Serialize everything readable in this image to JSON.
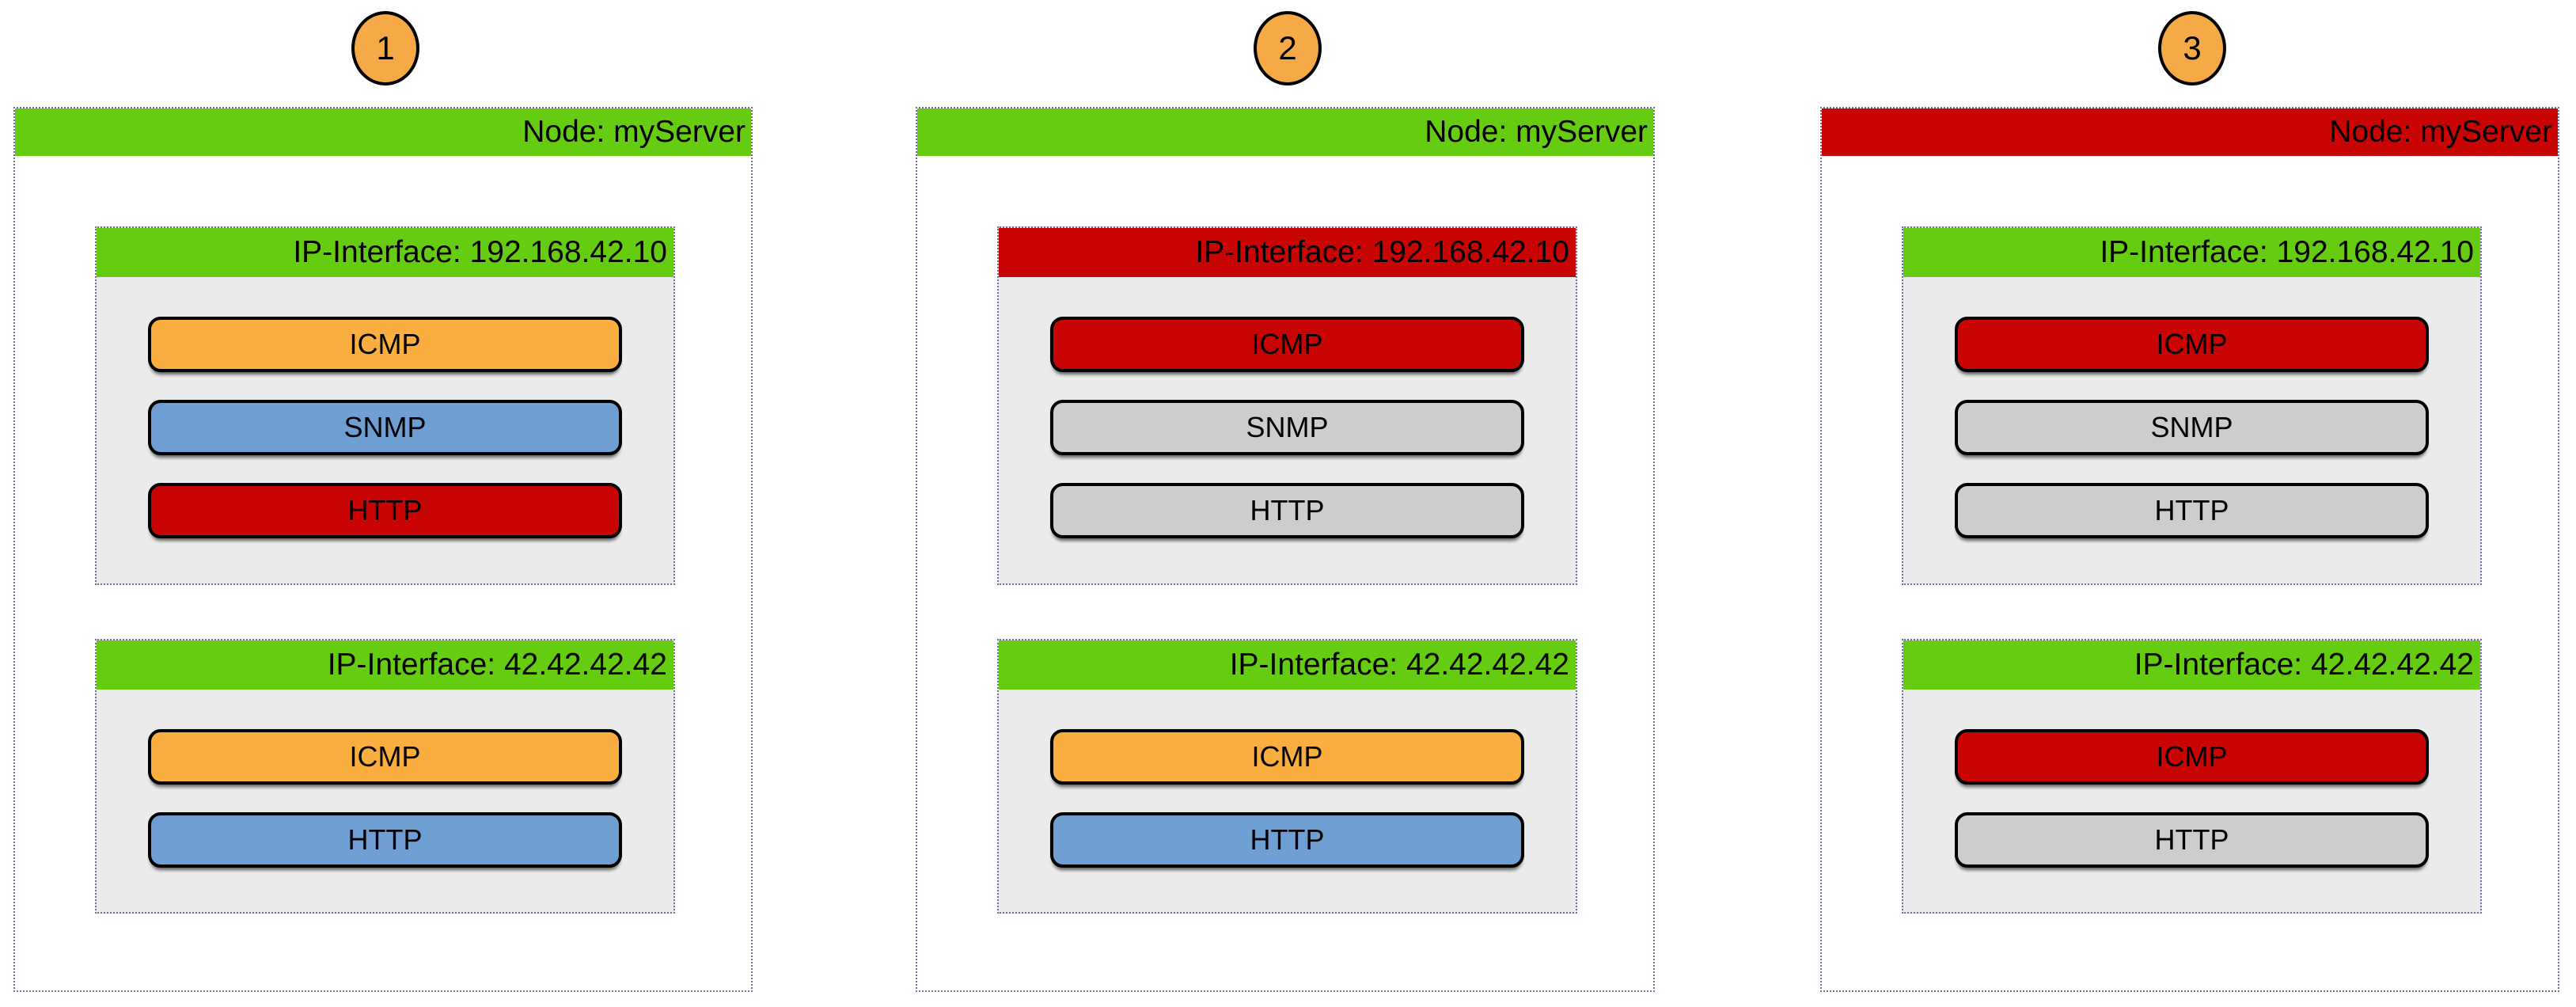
{
  "diagram": {
    "description_colors": {
      "status_up_green": "#66CC11",
      "status_down_red": "#C90404",
      "status_warning_orange": "#FAAE40",
      "status_info_blue": "#6F9ED2",
      "status_inactive_gray": "#CDCDCD",
      "interface_body_gray": "#EBEBEB",
      "node_body_white": "#FFFFFF",
      "dotted_border_slate": "#6F6FA0",
      "badge_orange": "#F5A947"
    }
  },
  "panels": [
    {
      "number": "1",
      "node": {
        "label": "Node: myServer",
        "color": "#66CC11"
      },
      "interfaces": [
        {
          "label": "IP-Interface: 192.168.42.10",
          "color": "#66CC11",
          "services": [
            {
              "label": "ICMP",
              "color": "#FAAE40"
            },
            {
              "label": "SNMP",
              "color": "#6F9ED2"
            },
            {
              "label": "HTTP",
              "color": "#C90404"
            }
          ]
        },
        {
          "label": "IP-Interface: 42.42.42.42",
          "color": "#66CC11",
          "services": [
            {
              "label": "ICMP",
              "color": "#FAAE40"
            },
            {
              "label": "HTTP",
              "color": "#6F9ED2"
            }
          ]
        }
      ]
    },
    {
      "number": "2",
      "node": {
        "label": "Node: myServer",
        "color": "#66CC11"
      },
      "interfaces": [
        {
          "label": "IP-Interface: 192.168.42.10",
          "color": "#C90404",
          "services": [
            {
              "label": "ICMP",
              "color": "#C90404"
            },
            {
              "label": "SNMP",
              "color": "#CDCDCD"
            },
            {
              "label": "HTTP",
              "color": "#CDCDCD"
            }
          ]
        },
        {
          "label": "IP-Interface: 42.42.42.42",
          "color": "#66CC11",
          "services": [
            {
              "label": "ICMP",
              "color": "#FAAE40"
            },
            {
              "label": "HTTP",
              "color": "#6F9ED2"
            }
          ]
        }
      ]
    },
    {
      "number": "3",
      "node": {
        "label": "Node: myServer",
        "color": "#C90404"
      },
      "interfaces": [
        {
          "label": "IP-Interface: 192.168.42.10",
          "color": "#66CC11",
          "services": [
            {
              "label": "ICMP",
              "color": "#C90404"
            },
            {
              "label": "SNMP",
              "color": "#CDCDCD"
            },
            {
              "label": "HTTP",
              "color": "#CDCDCD"
            }
          ]
        },
        {
          "label": "IP-Interface: 42.42.42.42",
          "color": "#66CC11",
          "services": [
            {
              "label": "ICMP",
              "color": "#C90404"
            },
            {
              "label": "HTTP",
              "color": "#CDCDCD"
            }
          ]
        }
      ]
    }
  ],
  "badge_color": "#F5A947"
}
